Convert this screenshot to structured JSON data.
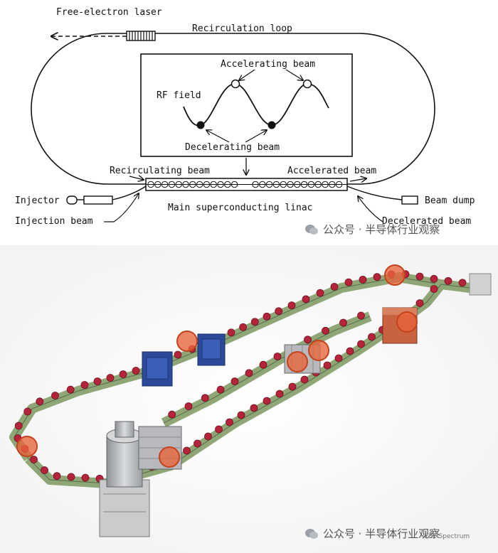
{
  "diagram": {
    "labels": {
      "free_electron_laser": "Free-electron laser",
      "recirculation_loop": "Recirculation loop",
      "accelerating_beam": "Accelerating beam",
      "rf_field": "RF field",
      "decelerating_beam": "Decelerating beam",
      "recirculating_beam": "Recirculating beam",
      "accelerated_beam": "Accelerated beam",
      "injector": "Injector",
      "beam_dump": "Beam dump",
      "main_linac": "Main superconducting linac",
      "injection_beam": "Injection beam",
      "decelerated_beam": "Decelerated beam"
    }
  },
  "watermarks": {
    "top": "公众号 · 半导体行业观察",
    "bottom": "公众号 · 半导体行业观察"
  },
  "render": {
    "credit": "IEEE Spectrum",
    "colors": {
      "magnet_red": "#b5243a",
      "girder_green": "#8fa776",
      "dipole_blue": "#2c4a9a",
      "highlight_orange": "#e8643c",
      "cryostat_grey": "#b7b9bc"
    }
  }
}
